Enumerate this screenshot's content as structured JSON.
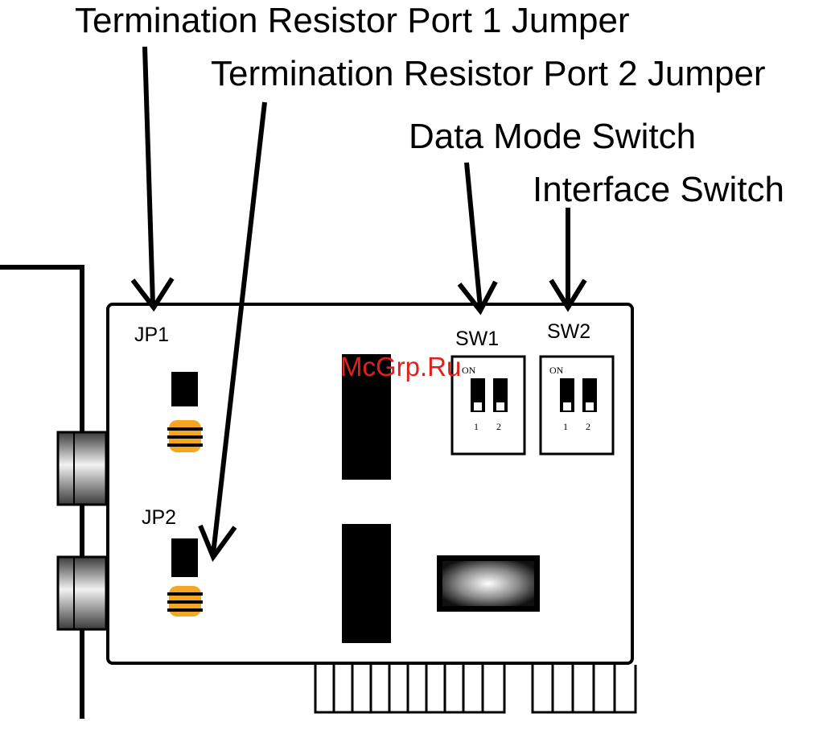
{
  "callouts": {
    "jp1": "Termination Resistor Port 1 Jumper",
    "jp2": "Termination Resistor Port 2 Jumper",
    "sw1": "Data Mode Switch",
    "sw2": "Interface Switch"
  },
  "components": {
    "jp1": "JP1",
    "jp2": "JP2",
    "sw1": "SW1",
    "sw2": "SW2"
  },
  "switches": {
    "on_label": "ON",
    "positions": [
      "1",
      "2"
    ]
  },
  "watermark": "McGrp.Ru",
  "colors": {
    "ink": "#000000",
    "jumper_cap": "#f5a623",
    "watermark": "#e0201c"
  }
}
